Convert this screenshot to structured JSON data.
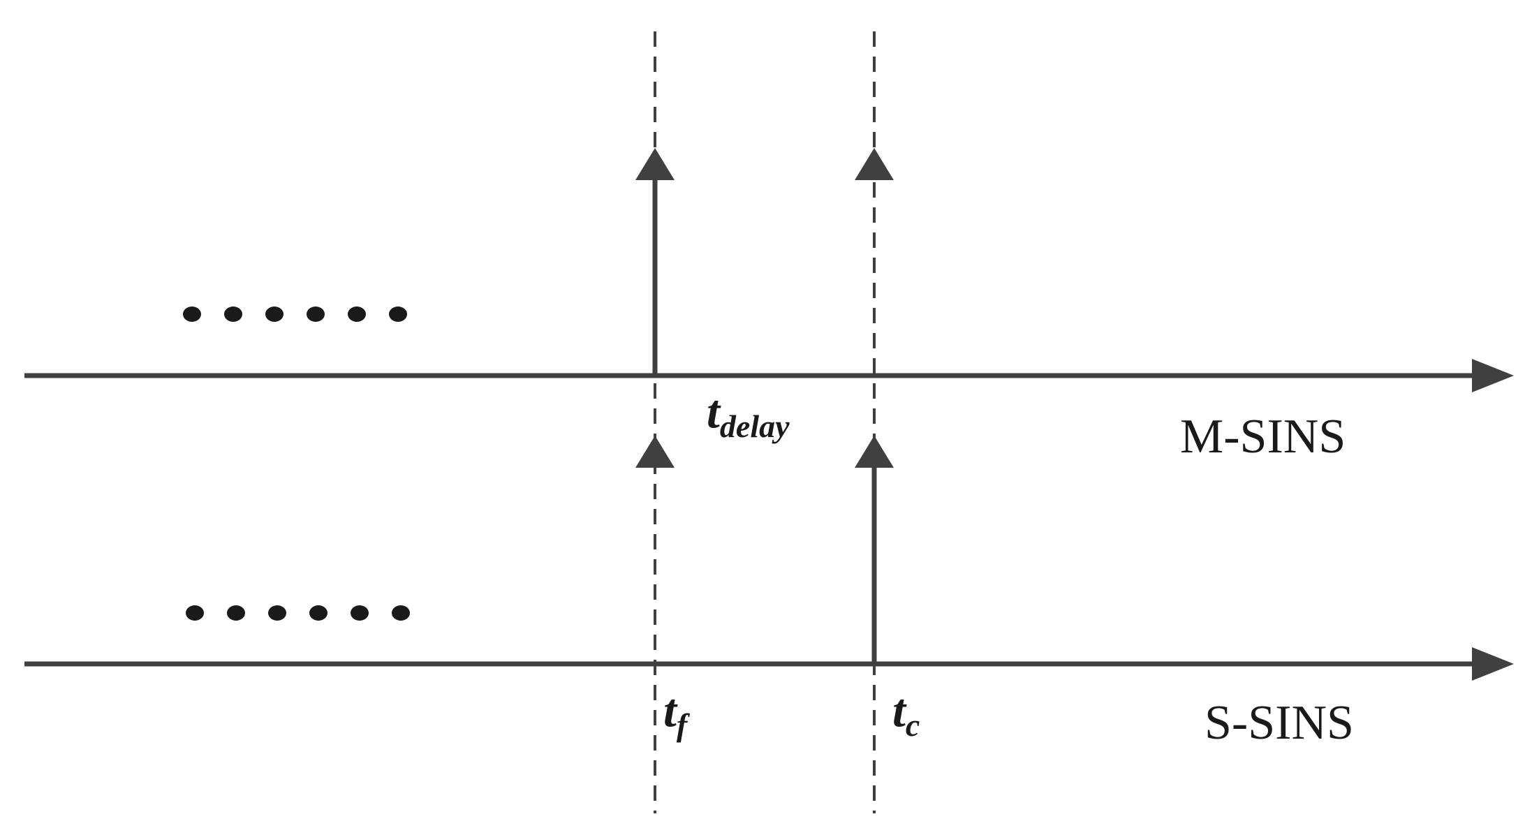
{
  "colors": {
    "line": "#404040",
    "text": "#1a1a1a",
    "background": "#ffffff"
  },
  "rows": {
    "top": {
      "label": "M-SINS"
    },
    "bottom": {
      "label": "S-SINS"
    }
  },
  "time_labels": {
    "t_delay": {
      "main": "t",
      "sub": "delay"
    },
    "t_f": {
      "main": "t",
      "sub": "f"
    },
    "t_c": {
      "main": "t",
      "sub": "c"
    }
  },
  "ellipsis_dot_count": 6
}
